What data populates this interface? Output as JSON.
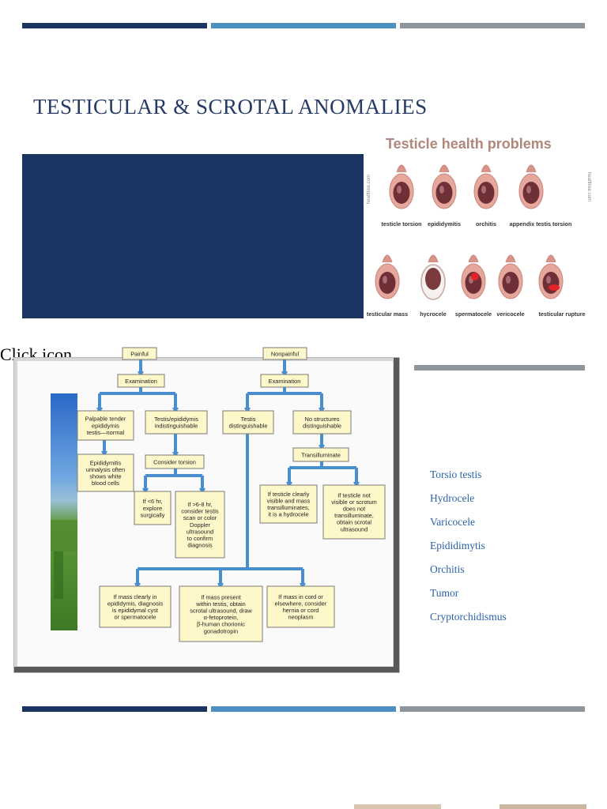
{
  "slide": {
    "title": "TESTICULAR & SCROTAL ANOMALIES",
    "click_text": "Click icon",
    "colors": {
      "navy": "#1b3461",
      "teal": "#4b8fc0",
      "gray": "#8e959c",
      "link": "#2b63a8",
      "node_fill": "#fdf7c9",
      "arrow": "#4a8ed0"
    }
  },
  "illustration": {
    "title": "Testicle health problems",
    "watermark": "healthise.com",
    "row1": [
      "testicle torsion",
      "epididymitis",
      "orchitis",
      "appendix testis torsion"
    ],
    "row2": [
      "testicular mass",
      "hycrocele",
      "spermatocele",
      "vericocele",
      "testicular rupture"
    ]
  },
  "flowchart": {
    "painful": "Painful",
    "nonpainful": "Nonpainful",
    "examination": "Examination",
    "palpable": [
      "Palpable tender",
      "epididymis",
      "testis—normal"
    ],
    "indistinguishable": [
      "Testis/epididymis",
      "indistinguishable"
    ],
    "epididymitis": [
      "Epididymitis",
      "urinalysis often",
      "shows white",
      "blood cells"
    ],
    "consider_torsion": "Consider torsion",
    "lt6": [
      "If <6 hr,",
      "explore",
      "surgically"
    ],
    "gt6": [
      "If >6-8 hr,",
      "consider testis",
      "scan or color",
      "Doppler",
      "ultrasound",
      "to confirm",
      "diagnosis"
    ],
    "testis_dist": [
      "Testis",
      "distinguishable"
    ],
    "no_struct": [
      "No structures",
      "distinguishable"
    ],
    "transilluminate": "Transilluminate",
    "hydrocele": [
      "If testicle clearly",
      "visible and mass",
      "transilluminates,",
      "it is a hydrocele"
    ],
    "not_visible": [
      "If testicle not",
      "visible or scrotum",
      "does not",
      "transilluminate,",
      "obtain scrotal",
      "ultrasound"
    ],
    "mass_epi": [
      "If mass clearly in",
      "epididymis, diagnosis",
      "is epididymal cyst",
      "or spermatocele"
    ],
    "mass_testis": [
      "If mass present",
      "within testis, obtain",
      "scrotal ultrasound, draw",
      "α-fetoprotein,",
      "β-human chorionic",
      "gonadotropin"
    ],
    "mass_cord": [
      "If mass in cord or",
      "elsewhere, consider",
      "hernia or cord",
      "neoplasm"
    ]
  },
  "topics": [
    "Torsio testis",
    "Hydrocele",
    "Varicocele",
    "Epididimytis",
    "Orchitis",
    "Tumor",
    "Cryptorchidismus"
  ]
}
